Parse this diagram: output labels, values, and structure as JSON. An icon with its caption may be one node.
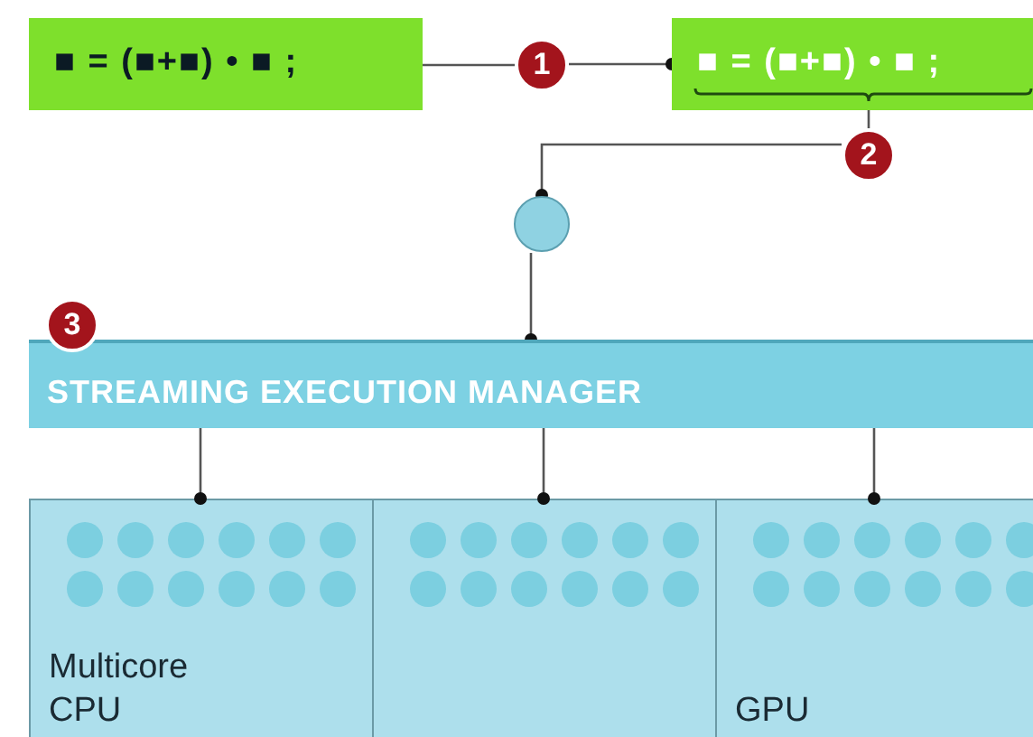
{
  "diagram": {
    "nodes": [
      {
        "text": [
          "■ = (■+■) • ■ ;"
        ]
      },
      {
        "text": [
          "1"
        ]
      },
      {
        "text": [
          "■ = (■+■) • ■ ;"
        ]
      },
      {
        "text": [
          "2"
        ]
      },
      {
        "text": [],
        "shape": "circle"
      },
      {
        "text": [
          "3"
        ]
      },
      {
        "text": [
          "STREAMING EXECUTION MANAGER"
        ]
      },
      {
        "text": [
          "Multicore CPU"
        ]
      },
      {
        "text": [],
        "shape": "box"
      },
      {
        "text": [
          "GPU"
        ]
      }
    ],
    "edges": [
      {
        "from": 0,
        "to": 1,
        "arrow": "none"
      },
      {
        "from": 1,
        "to": 2,
        "arrow": "other"
      },
      {
        "from": 2,
        "to": 3,
        "arrow": "none"
      },
      {
        "from": 3,
        "to": 4,
        "arrow": "other"
      },
      {
        "from": 4,
        "to": 6,
        "arrow": "other"
      },
      {
        "from": 6,
        "to": 7,
        "arrow": "other"
      },
      {
        "from": 6,
        "to": 8,
        "arrow": "other"
      },
      {
        "from": 6,
        "to": 9,
        "arrow": "other"
      }
    ]
  }
}
